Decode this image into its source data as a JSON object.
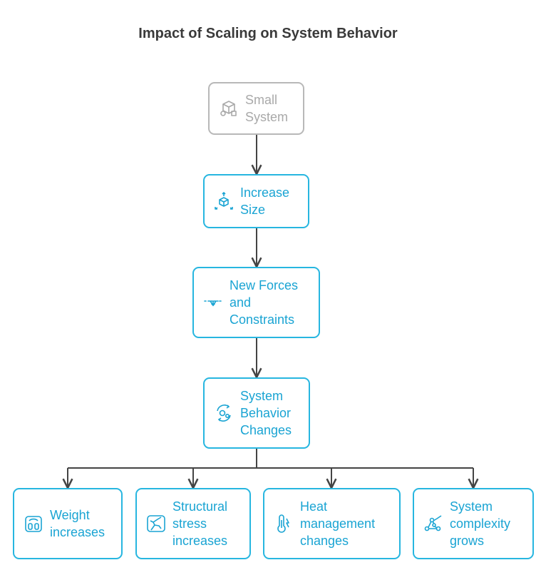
{
  "title": "Impact of Scaling on System Behavior",
  "colors": {
    "accent": "#27b6e0",
    "muted": "#b8b8b8",
    "connector": "#444444"
  },
  "nodes": {
    "small_system": {
      "label": "Small\nSystem",
      "icon": "boxes-icon"
    },
    "increase_size": {
      "label": "Increase\nSize",
      "icon": "cube-expand-icon"
    },
    "new_forces": {
      "label": "New Forces\nand\nConstraints",
      "icon": "arrows-forces-icon"
    },
    "behavior_changes": {
      "label": "System\nBehavior\nChanges",
      "icon": "gears-cycle-icon"
    },
    "weight": {
      "label": "Weight\nincreases",
      "icon": "scale-icon"
    },
    "stress": {
      "label": "Structural\nstress\nincreases",
      "icon": "crack-icon"
    },
    "heat": {
      "label": "Heat\nmanagement\nchanges",
      "icon": "thermometer-icon"
    },
    "complexity": {
      "label": "System\ncomplexity\ngrows",
      "icon": "network-icon"
    }
  }
}
